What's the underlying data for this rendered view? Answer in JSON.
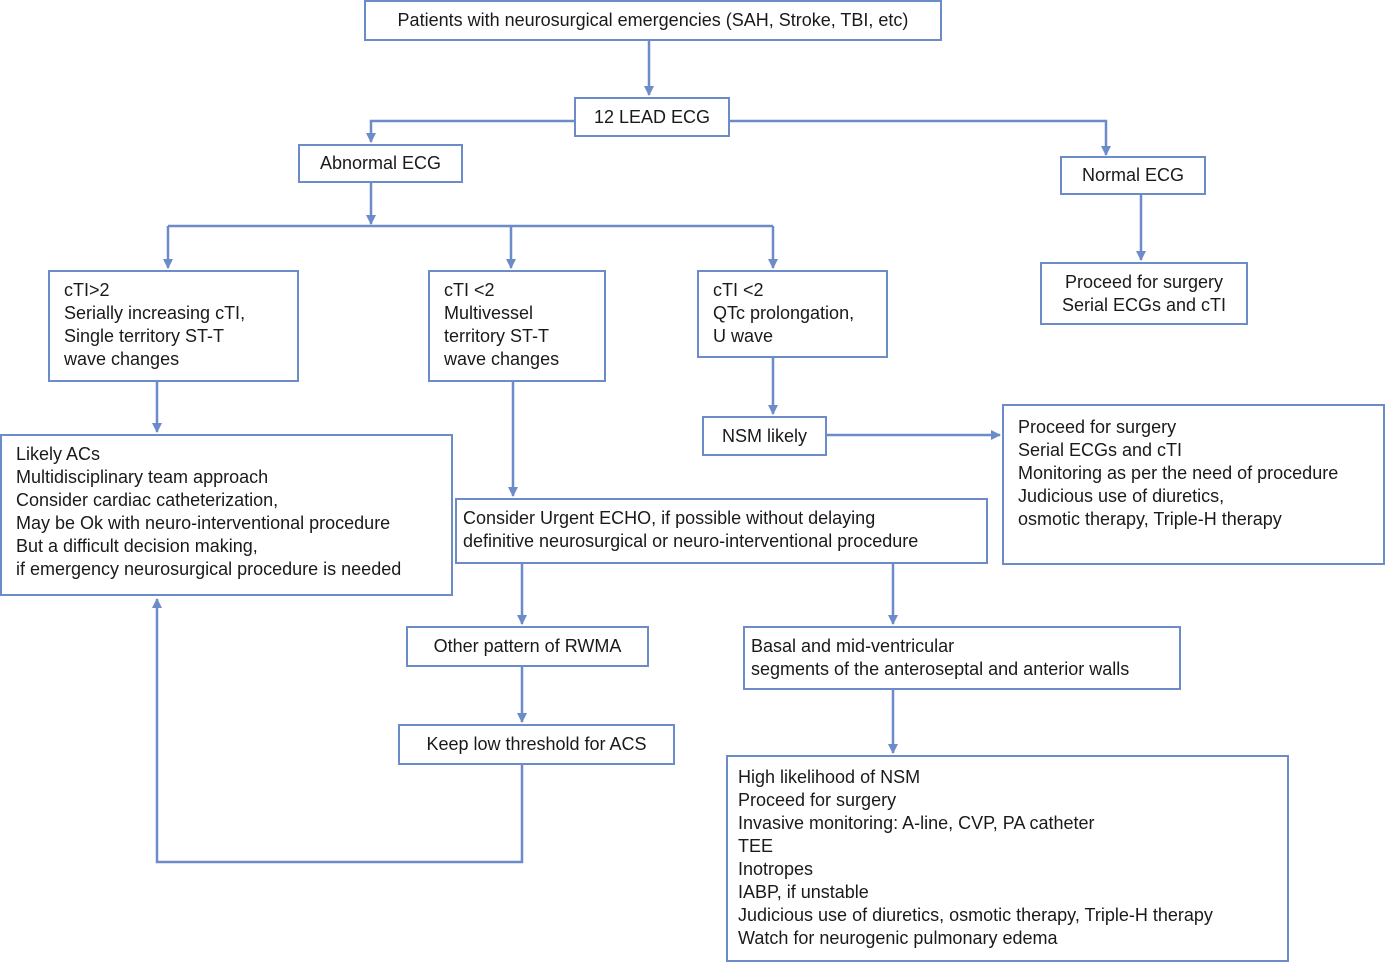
{
  "colors": {
    "stroke": "#6b8cc8",
    "text": "#1a1a1a",
    "background": "#ffffff"
  },
  "nodes": {
    "patients": {
      "text": "Patients with neurosurgical emergencies (SAH, Stroke, TBI, etc)"
    },
    "ecg12": {
      "text": "12 LEAD ECG"
    },
    "abnormal": {
      "text": "Abnormal ECG"
    },
    "normal": {
      "text": "Normal ECG"
    },
    "proceed_normal": {
      "lines": [
        "Proceed for surgery",
        "Serial ECGs and cTI"
      ]
    },
    "ctigt2": {
      "lines": [
        "cTI>2",
        "Serially increasing cTI,",
        "Single territory ST-T",
        "wave changes"
      ]
    },
    "multivessel": {
      "lines": [
        "cTI <2",
        "Multivessel",
        "territory ST-T",
        "wave changes"
      ]
    },
    "qtc": {
      "lines": [
        "cTI <2",
        "QTc prolongation,",
        "U wave"
      ]
    },
    "nsm_likely": {
      "text": "NSM likely"
    },
    "likely_acs": {
      "lines": [
        "Likely ACs",
        "Multidisciplinary team approach",
        "Consider cardiac catheterization,",
        "May be Ok with neuro-interventional procedure",
        "But a difficult decision making,",
        "if emergency neurosurgical procedure is needed"
      ]
    },
    "proceed_nsm": {
      "lines": [
        "Proceed for surgery",
        "Serial ECGs and cTI",
        "Monitoring as per the need of procedure",
        "Judicious use of diuretics,",
        "osmotic therapy, Triple-H therapy"
      ]
    },
    "echo": {
      "lines": [
        "Consider Urgent ECHO, if possible without delaying",
        "definitive neurosurgical or neuro-interventional procedure"
      ]
    },
    "other_rwma": {
      "text": "Other pattern of RWMA"
    },
    "basal": {
      "lines": [
        "Basal and mid-ventricular",
        "segments of the anteroseptal and anterior walls"
      ]
    },
    "keep_low": {
      "text": "Keep low threshold for ACS"
    },
    "high_nsm": {
      "lines": [
        "High likelihood of NSM",
        "Proceed for surgery",
        "Invasive monitoring: A-line, CVP, PA catheter",
        "TEE",
        "Inotropes",
        "IABP, if unstable",
        "Judicious use of diuretics, osmotic therapy, Triple-H therapy",
        "Watch for neurogenic pulmonary edema"
      ]
    }
  }
}
